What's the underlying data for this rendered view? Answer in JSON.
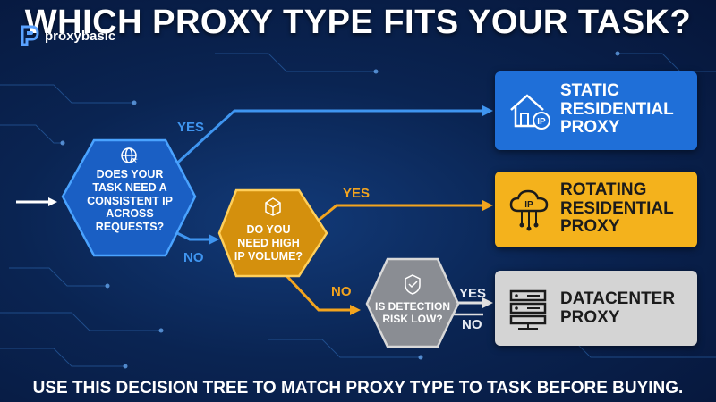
{
  "title": "WHICH PROXY TYPE FITS YOUR TASK?",
  "logo": {
    "text": "proxybasic",
    "icon": "proxybasic-logo-icon"
  },
  "nodes": {
    "q1": {
      "text": "DOES YOUR TASK NEED A CONSISTENT IP ACROSS REQUESTS?",
      "icon": "globe-icon",
      "color": "#1a5fc4"
    },
    "q2": {
      "text": "DO YOU NEED HIGH IP VOLUME?",
      "icon": "package-icon",
      "color": "#d4900d"
    },
    "q3": {
      "text": "IS DETECTION RISK LOW?",
      "icon": "shield-check-icon",
      "color": "#8a8d93"
    }
  },
  "edges": {
    "q1_yes": "YES",
    "q1_no": "NO",
    "q2_yes": "YES",
    "q2_no": "NO",
    "q3_yes": "YES",
    "q3_no": "NO"
  },
  "results": {
    "static": {
      "text": "STATIC\nRESIDENTIAL\nPROXY",
      "icon": "house-ip-icon",
      "icon_label": "IP",
      "color": "#1f6fd8",
      "text_color": "#ffffff"
    },
    "rotating": {
      "text": "ROTATING\nRESIDENTIAL\nPROXY",
      "icon": "cloud-ip-icon",
      "icon_label": "IP",
      "color": "#f4b21c",
      "text_color": "#1b1b1b"
    },
    "datacenter": {
      "text": "DATACENTER\nPROXY",
      "icon": "server-icon",
      "color": "#d4d4d4",
      "text_color": "#1b1b1b"
    }
  },
  "caption": "USE THIS DECISION TREE TO MATCH PROXY TYPE TO TASK BEFORE BUYING."
}
